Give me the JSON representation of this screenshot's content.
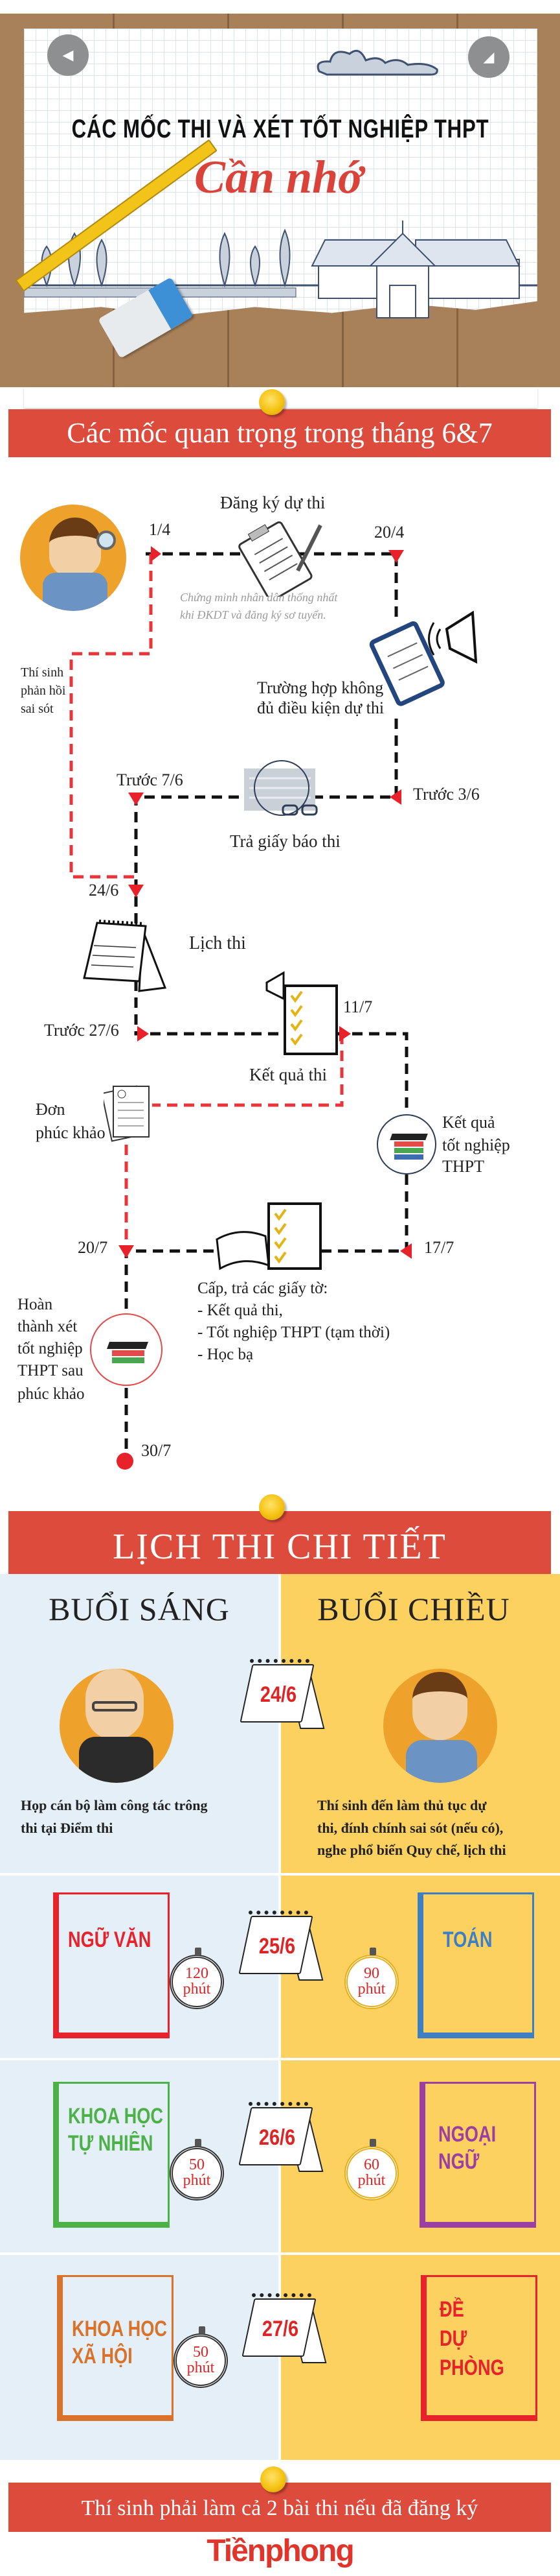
{
  "header": {
    "title": "CÁC MỐC THI VÀ XÉT TỐT NGHIỆP THPT",
    "subtitle": "Cần nhớ",
    "banner": "Các mốc quan trọng trong tháng 6&7"
  },
  "timeline": {
    "register": {
      "label": "Đăng ký dự thi",
      "start": "1/4",
      "end": "20/4",
      "note": "Chứng minh nhân dân thống nhất khi ĐKDT và đăng ký sơ tuyển."
    },
    "ineligible": {
      "label_1": "Trường hợp không",
      "label_2": "đủ điều kiện dự thi",
      "date": "Trước 3/6"
    },
    "feedback": {
      "line_1": "Thí sinh",
      "line_2": "phản hồi",
      "line_3": "sai sót"
    },
    "admission_card": {
      "label": "Trả giấy báo thi",
      "date": "Trước 7/6"
    },
    "schedule": {
      "label": "Lịch thi",
      "date": "24/6"
    },
    "results": {
      "label": "Kết quả thi",
      "date_before": "Trước 27/6",
      "date": "11/7"
    },
    "review": {
      "line_1": "Đơn",
      "line_2": "phúc khảo"
    },
    "graduation": {
      "line_1": "Kết quả",
      "line_2": "tốt nghiệp",
      "line_3": "THPT",
      "date": "17/7"
    },
    "documents": {
      "heading": "Cấp, trả các giấy tờ:",
      "items": [
        "- Kết quả thi,",
        "- Tốt nghiệp THPT (tạm thời)",
        "- Học bạ"
      ],
      "date": "20/7"
    },
    "complete": {
      "line_1": "Hoàn",
      "line_2": "thành xét",
      "line_3": "tốt nghiệp",
      "line_4": "THPT sau",
      "line_5": "phúc khảo",
      "date": "30/7"
    }
  },
  "details": {
    "title": "LỊCH THI CHI TIẾT",
    "morning": "BUỔI SÁNG",
    "afternoon": "BUỔI CHIỀU",
    "day1": {
      "date": "24/6",
      "morning_1": "Họp cán bộ làm công tác trông",
      "morning_2": "thi tại Điểm thi",
      "afternoon_1": "Thí sinh đến làm thủ tục dự",
      "afternoon_2": "thi, đính chính sai sót (nếu có),",
      "afternoon_3": "nghe phổ biến Quy chế, lịch thi"
    },
    "rows": [
      {
        "date": "25/6",
        "left": {
          "subject_1": "NGỮ VĂN",
          "minutes": "120",
          "unit": "phút"
        },
        "right": {
          "subject_1": "TOÁN",
          "minutes": "90",
          "unit": "phút"
        }
      },
      {
        "date": "26/6",
        "left": {
          "subject_1": "KHOA HỌC",
          "subject_2": "TỰ NHIÊN",
          "minutes": "50",
          "unit": "phút"
        },
        "right": {
          "subject_1": "NGOẠI",
          "subject_2": "NGỮ",
          "minutes": "60",
          "unit": "phút"
        }
      },
      {
        "date": "27/6",
        "left": {
          "subject_1": "KHOA HỌC",
          "subject_2": "XÃ HỘI",
          "minutes": "50",
          "unit": "phút"
        },
        "right": {
          "subject_1": "ĐỀ",
          "subject_2": "DỰ",
          "subject_3": "PHÒNG"
        }
      }
    ]
  },
  "footer": {
    "note": "Thí sinh phải làm cả 2 bài thi nếu đã đăng ký",
    "logo": "Tiềnphong"
  },
  "colors": {
    "banner": "#dd4b3d",
    "morning": "#e4eff7",
    "afternoon": "#fdd15f",
    "van": "#e8222a",
    "toan": "#3d7fc4",
    "khtn": "#4cb146",
    "nn": "#9b3fa3",
    "khxh": "#d9722a",
    "dp": "#e8222a"
  }
}
